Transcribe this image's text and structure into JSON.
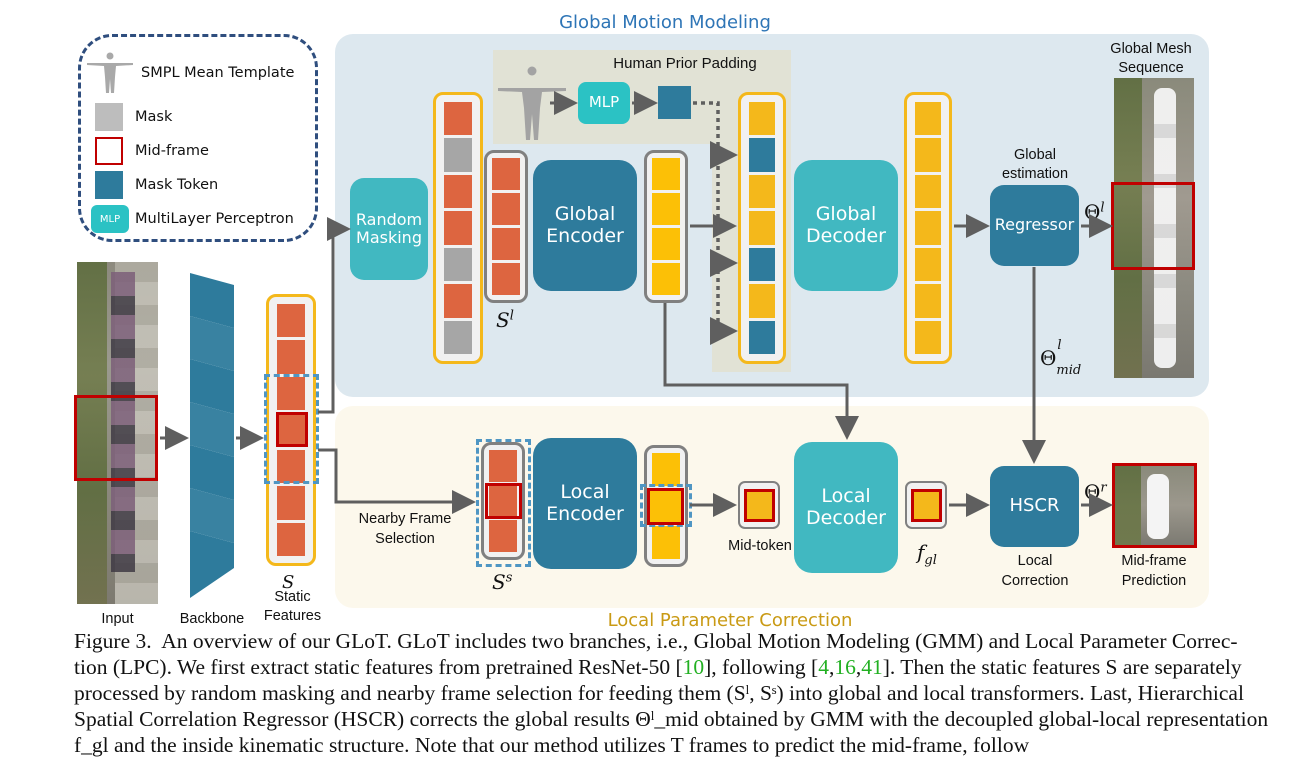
{
  "titles": {
    "global_branch": "Global Motion Modeling",
    "local_branch": "Local Parameter Correction",
    "human_prior": "Human Prior Padding"
  },
  "legend": {
    "items": [
      {
        "label": "SMPL Mean Template",
        "icon": "smpl-figure-icon"
      },
      {
        "label": "Mask",
        "color": "#a6a6a6"
      },
      {
        "label": "Mid-frame",
        "color": "#c00000"
      },
      {
        "label": "Mask Token",
        "color": "#2e7b9c"
      },
      {
        "label": "MultiLayer Perceptron",
        "badge": "MLP",
        "color": "#41b8c1"
      }
    ]
  },
  "blocks": {
    "random_masking": "Random Masking",
    "global_encoder": "Global Encoder",
    "global_decoder": "Global Decoder",
    "regressor": "Regressor",
    "local_encoder": "Local Encoder",
    "local_decoder": "Local Decoder",
    "hscr": "HSCR",
    "mlp": "MLP"
  },
  "labels": {
    "input": "Input",
    "backbone": "Backbone",
    "static_features_symbol": "S",
    "static_features": "Static Features",
    "s_l": "S",
    "s_l_sup": "l",
    "s_s": "S",
    "s_s_sup": "s",
    "nearby_frame_selection": "Nearby Frame Selection",
    "mid_token": "Mid-token",
    "f_gl": "f",
    "f_gl_sub": "gl",
    "global_estimation": "Global estimation",
    "local_correction": "Local Correction",
    "theta_l": "Θ",
    "theta_l_sup": "l",
    "theta_mid": "Θ",
    "theta_mid_sup": "l",
    "theta_mid_sub": "mid",
    "theta_r": "Θ",
    "theta_r_sup": "r",
    "global_mesh_sequence": "Global Mesh Sequence",
    "mid_frame_prediction": "Mid-frame Prediction"
  },
  "colors": {
    "static_feature": "#dd6540",
    "mask": "#a6a6a6",
    "mask_token": "#2e7b9c",
    "encoded_token": "#f4b81b",
    "mid_frame_border": "#c00000",
    "global_title": "#2e75b6",
    "local_title": "#c99a14"
  },
  "caption": {
    "prefix": "Figure 3.",
    "line1": "An overview of our GLoT. GLoT includes two branches, i.e., Global Motion Modeling (GMM) and Local Parameter Correc-",
    "line2a": "tion (LPC). We first extract static features from pretrained ResNet-50 [",
    "cite1": "10",
    "line2b": "], following [",
    "cite2": "4",
    "cite3": "16",
    "cite4": "41",
    "line2c": "]. Then the static features S are separately",
    "line3": "processed by random masking and nearby frame selection for feeding them (Sˡ, Sˢ) into global and local transformers. Last, Hierarchical",
    "line4": "Spatial Correlation Regressor (HSCR) corrects the global results Θˡ_mid obtained by GMM with the decoupled global-local representation",
    "line5": "f_gl and the inside kinematic structure. Note that our method utilizes T frames to predict the mid-frame, follow"
  }
}
